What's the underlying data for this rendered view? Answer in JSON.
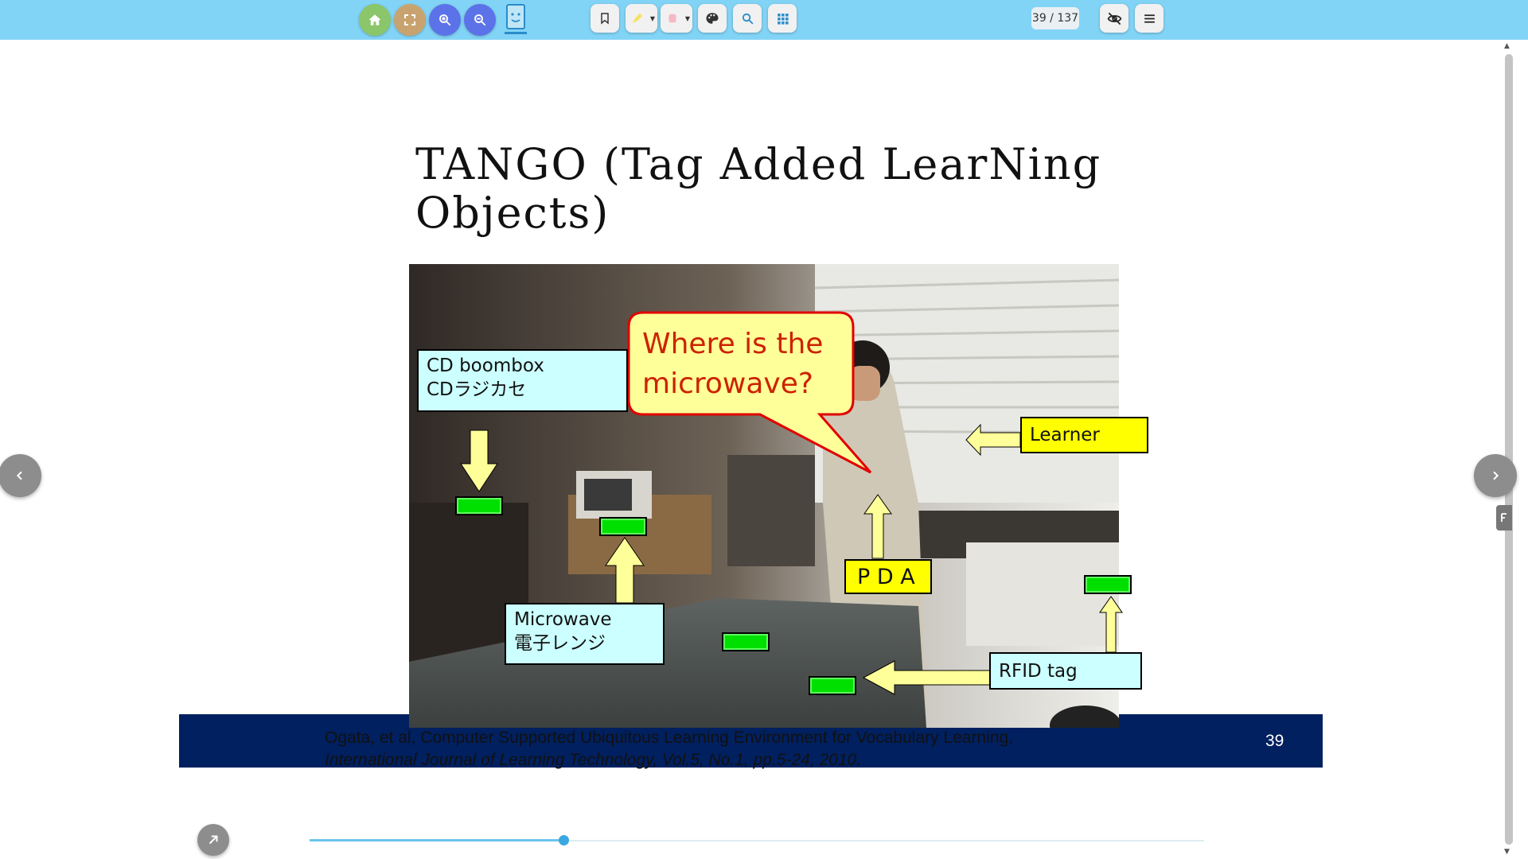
{
  "toolbar": {
    "page_counter": "39 / 137",
    "colors": {
      "bar": "#82d4f6",
      "home": "#8bc66a",
      "fullscreen": "#c9a36f",
      "zoom": "#5b72e8"
    },
    "icons": [
      "home-icon",
      "fullscreen-icon",
      "zoom-in-icon",
      "zoom-out-icon",
      "app-logo",
      "bookmark-icon",
      "highlighter-icon",
      "eraser-icon",
      "palette-icon",
      "search-icon",
      "grid-icon",
      "hide-icon",
      "menu-icon"
    ]
  },
  "slide": {
    "title": "TANGO (Tag Added LearNing Objects)",
    "number": "39",
    "citation_line1": "Ogata, et al, Computer Supported Ubiquitous Learning Environment for Vocabulary Learning,",
    "citation_line2": "International Journal of Learning Technology, Vol.5, No.1, pp.5-24, 2010.",
    "footer_color": "#002060",
    "figure": {
      "bubble": {
        "line1": "Where is the",
        "line2": "microwave?"
      },
      "labels": {
        "cd_en": "CD boombox",
        "cd_jp": "CDラジカセ",
        "microwave_en": "Microwave",
        "microwave_jp": "電子レンジ",
        "learner": "Learner",
        "pda": "P D A",
        "rfid": "RFID tag"
      }
    }
  },
  "progress": {
    "value": 0.284
  }
}
